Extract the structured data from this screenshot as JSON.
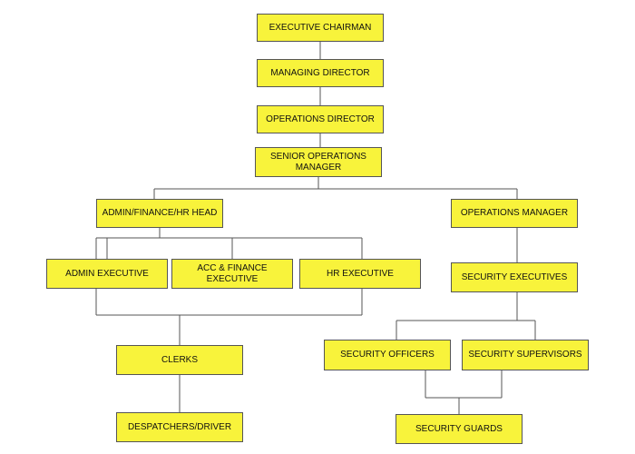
{
  "colors": {
    "box_fill": "#f8f33b",
    "box_border": "#555555",
    "connector": "#555555",
    "text": "#111111"
  },
  "org_chart": {
    "executive_chairman": "EXECUTIVE CHAIRMAN",
    "managing_director": "MANAGING DIRECTOR",
    "operations_director": "OPERATIONS DIRECTOR",
    "senior_operations_manager": "SENIOR OPERATIONS\nMANAGER",
    "admin_finance_hr_head": "ADMIN/FINANCE/HR HEAD",
    "operations_manager": "OPERATIONS MANAGER",
    "admin_executive": "ADMIN EXECUTIVE",
    "acc_finance_executive": "ACC & FINANCE  EXECUTIVE",
    "hr_executive": "HR EXECUTIVE",
    "security_executives": "SECURITY EXECUTIVES",
    "clerks": "CLERKS",
    "security_officers": "SECURITY OFFICERS",
    "security_supervisors": "SECURITY SUPERVISORS",
    "despatchers_driver": "DESPATCHERS/DRIVER",
    "security_guards": "SECURITY GUARDS"
  }
}
